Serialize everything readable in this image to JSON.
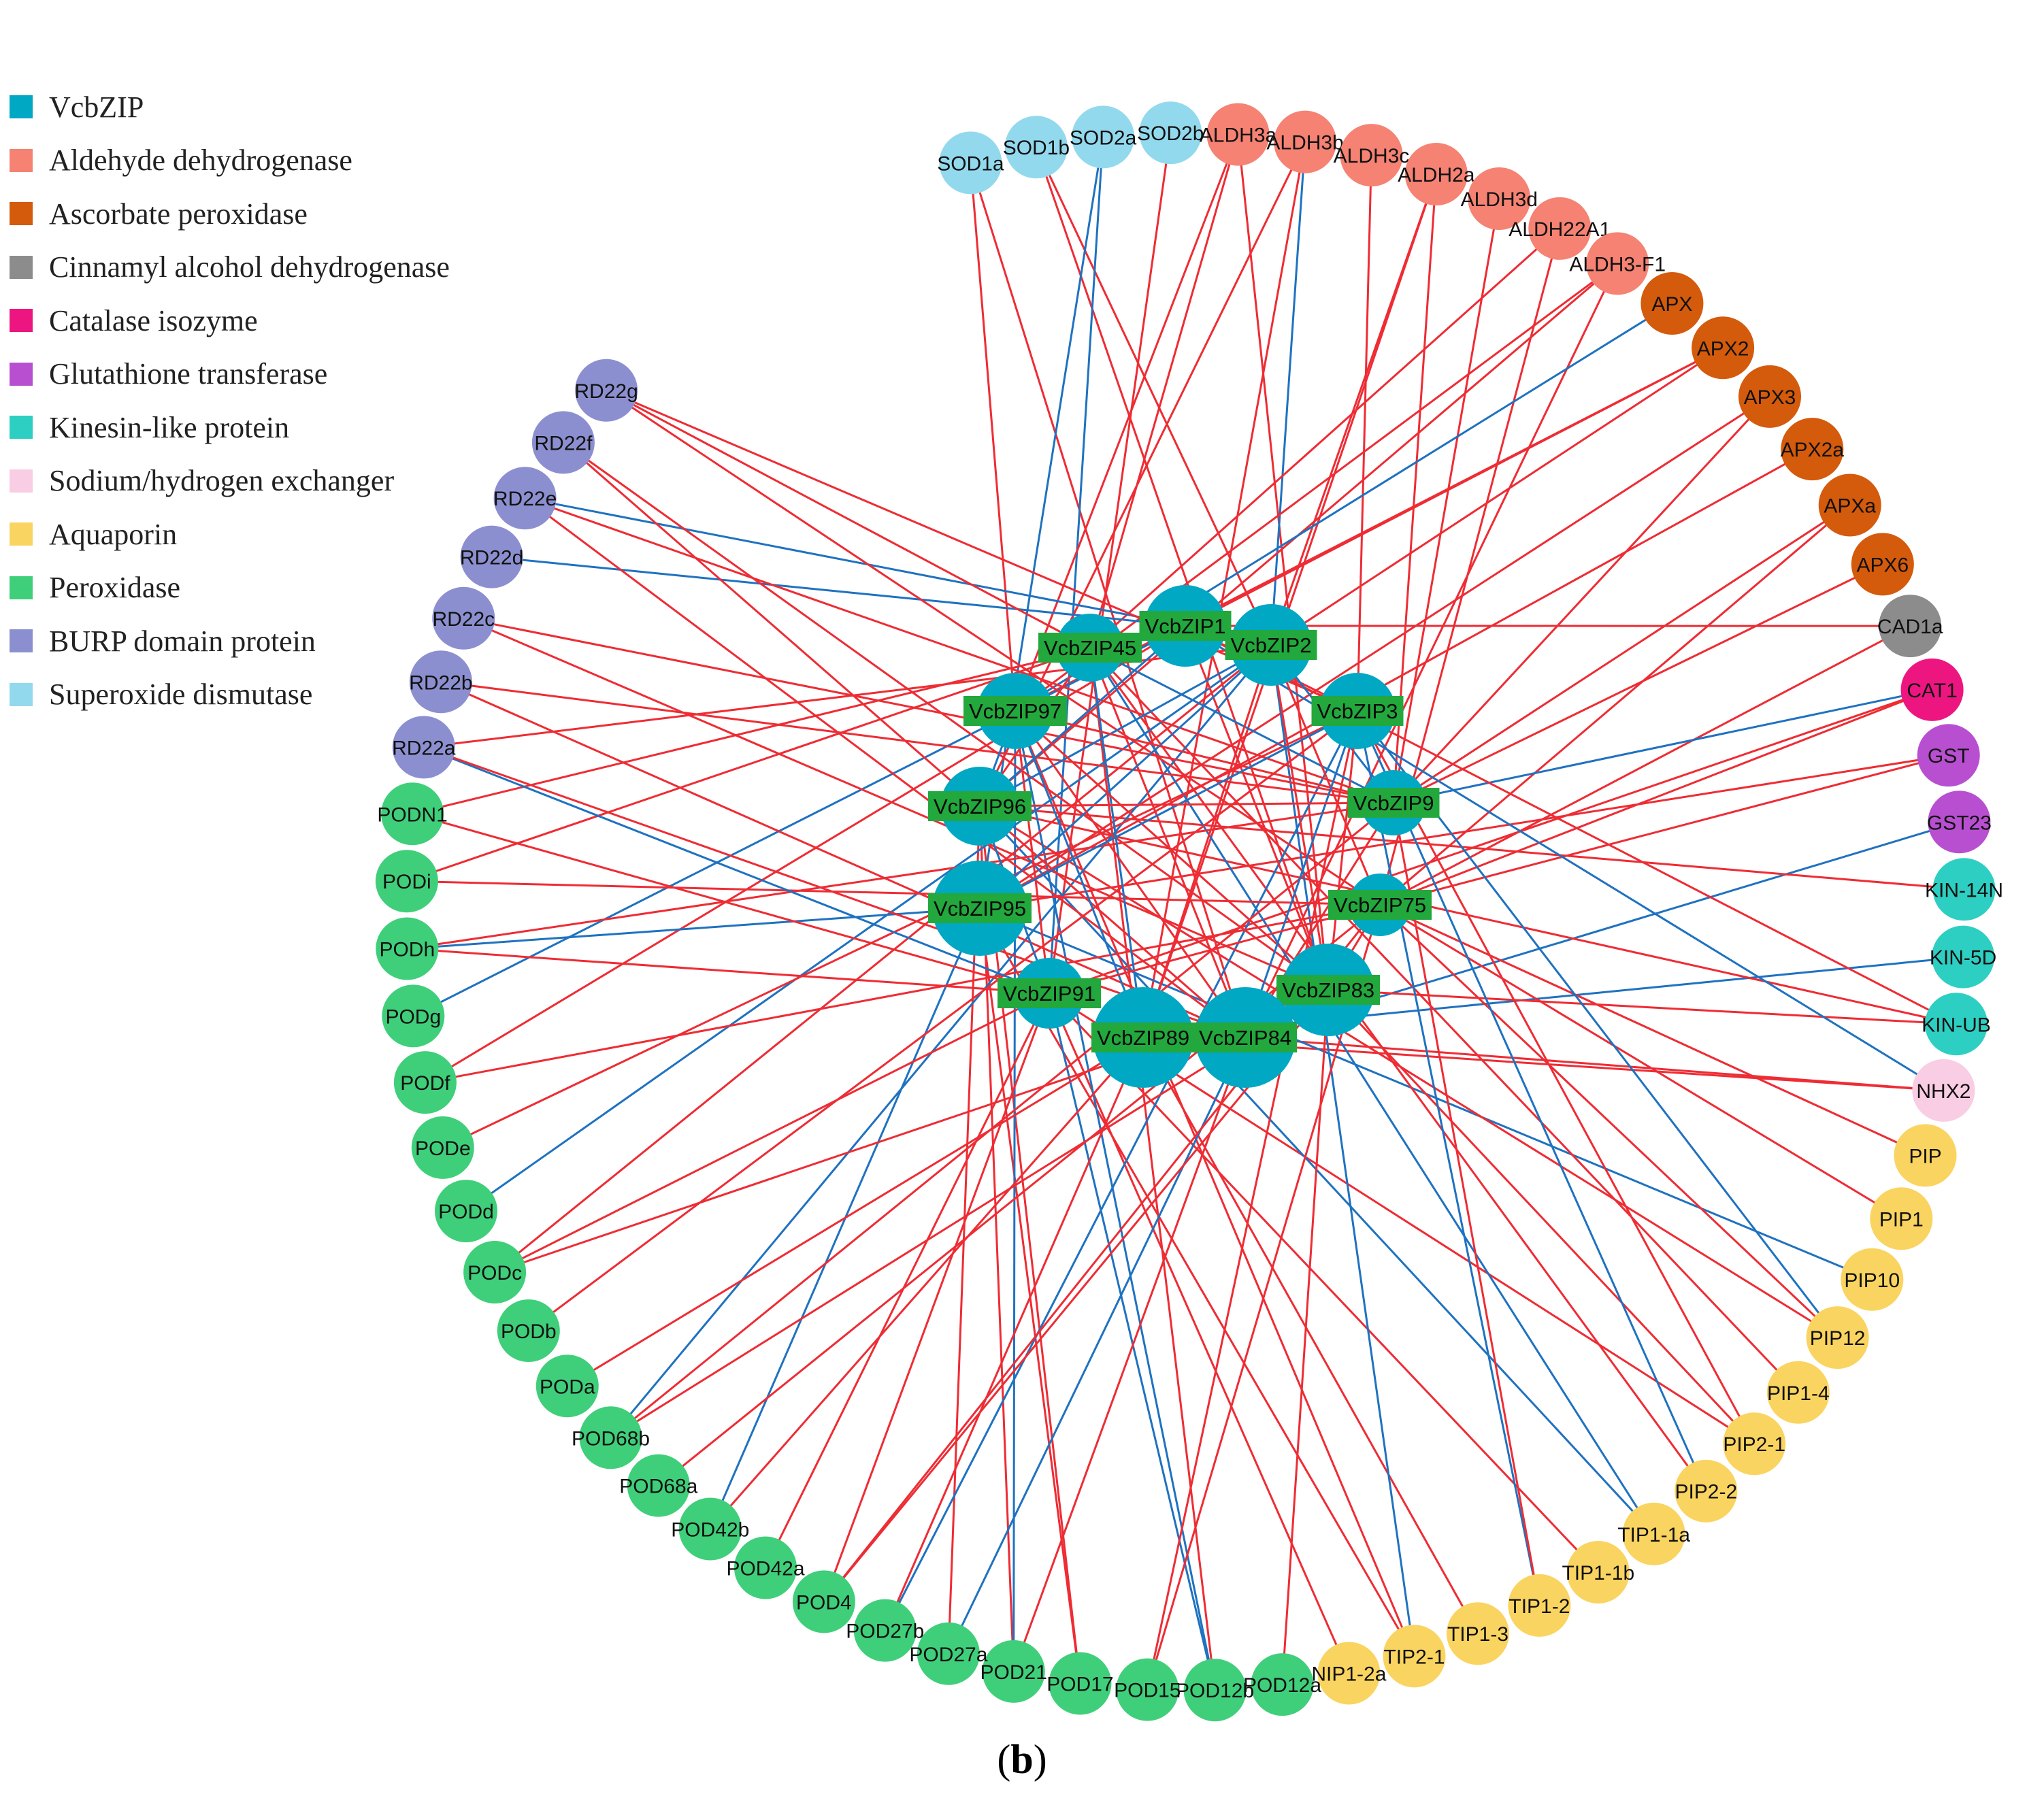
{
  "caption": {
    "open": "(",
    "letter": "b",
    "close": ")"
  },
  "legend": [
    {
      "label": "VcbZIP",
      "color": "#00a8c4"
    },
    {
      "label": "Aldehyde dehydrogenase",
      "color": "#f58272"
    },
    {
      "label": "Ascorbate peroxidase",
      "color": "#d45a0c"
    },
    {
      "label": "Cinnamyl alcohol dehydrogenase",
      "color": "#8c8c8c"
    },
    {
      "label": "Catalase isozyme",
      "color": "#ed1680"
    },
    {
      "label": "Glutathione transferase",
      "color": "#b84fd1"
    },
    {
      "label": "Kinesin-like protein",
      "color": "#2dcfc2"
    },
    {
      "label": "Sodium/hydrogen exchanger",
      "color": "#f9cde3"
    },
    {
      "label": "Aquaporin",
      "color": "#fad460"
    },
    {
      "label": "Peroxidase",
      "color": "#3fcf7a"
    },
    {
      "label": "BURP domain protein",
      "color": "#8c8fcf"
    },
    {
      "label": "Superoxide dismutase",
      "color": "#93d9ee"
    }
  ],
  "edge_colors": {
    "red": "#ee2c34",
    "blue": "#1f72c0"
  },
  "hubs": [
    "VcbZIP1",
    "VcbZIP45",
    "VcbZIP2",
    "VcbZIP97",
    "VcbZIP3",
    "VcbZIP96",
    "VcbZIP9",
    "VcbZIP95",
    "VcbZIP75",
    "VcbZIP83",
    "VcbZIP91",
    "VcbZIP89",
    "VcbZIP84"
  ],
  "outer_nodes": [
    {
      "label": "SOD1a",
      "group": "Superoxide dismutase"
    },
    {
      "label": "SOD1b",
      "group": "Superoxide dismutase"
    },
    {
      "label": "SOD2a",
      "group": "Superoxide dismutase"
    },
    {
      "label": "SOD2b",
      "group": "Superoxide dismutase"
    },
    {
      "label": "ALDH3a",
      "group": "Aldehyde dehydrogenase"
    },
    {
      "label": "ALDH3b",
      "group": "Aldehyde dehydrogenase"
    },
    {
      "label": "ALDH3c",
      "group": "Aldehyde dehydrogenase"
    },
    {
      "label": "ALDH2a",
      "group": "Aldehyde dehydrogenase"
    },
    {
      "label": "ALDH3d",
      "group": "Aldehyde dehydrogenase"
    },
    {
      "label": "ALDH22A1",
      "group": "Aldehyde dehydrogenase"
    },
    {
      "label": "ALDH3-F1",
      "group": "Aldehyde dehydrogenase"
    },
    {
      "label": "APX",
      "group": "Ascorbate peroxidase"
    },
    {
      "label": "APX2",
      "group": "Ascorbate peroxidase"
    },
    {
      "label": "APX3",
      "group": "Ascorbate peroxidase"
    },
    {
      "label": "APX2a",
      "group": "Ascorbate peroxidase"
    },
    {
      "label": "APXa",
      "group": "Ascorbate peroxidase"
    },
    {
      "label": "APX6",
      "group": "Ascorbate peroxidase"
    },
    {
      "label": "CAD1a",
      "group": "Cinnamyl alcohol dehydrogenase"
    },
    {
      "label": "CAT1",
      "group": "Catalase isozyme"
    },
    {
      "label": "GST",
      "group": "Glutathione transferase"
    },
    {
      "label": "GST23",
      "group": "Glutathione transferase"
    },
    {
      "label": "KIN-14N",
      "group": "Kinesin-like protein"
    },
    {
      "label": "KIN-5D",
      "group": "Kinesin-like protein"
    },
    {
      "label": "KIN-UB",
      "group": "Kinesin-like protein"
    },
    {
      "label": "NHX2",
      "group": "Sodium/hydrogen exchanger"
    },
    {
      "label": "PIP",
      "group": "Aquaporin"
    },
    {
      "label": "PIP1",
      "group": "Aquaporin"
    },
    {
      "label": "PIP10",
      "group": "Aquaporin"
    },
    {
      "label": "PIP12",
      "group": "Aquaporin"
    },
    {
      "label": "PIP1-4",
      "group": "Aquaporin"
    },
    {
      "label": "PIP2-1",
      "group": "Aquaporin"
    },
    {
      "label": "PIP2-2",
      "group": "Aquaporin"
    },
    {
      "label": "TIP1-1a",
      "group": "Aquaporin"
    },
    {
      "label": "TIP1-1b",
      "group": "Aquaporin"
    },
    {
      "label": "TIP1-2",
      "group": "Aquaporin"
    },
    {
      "label": "TIP1-3",
      "group": "Aquaporin"
    },
    {
      "label": "TIP2-1",
      "group": "Aquaporin"
    },
    {
      "label": "NIP1-2a",
      "group": "Aquaporin"
    },
    {
      "label": "POD12a",
      "group": "Peroxidase"
    },
    {
      "label": "POD12b",
      "group": "Peroxidase"
    },
    {
      "label": "POD15",
      "group": "Peroxidase"
    },
    {
      "label": "POD17",
      "group": "Peroxidase"
    },
    {
      "label": "POD21",
      "group": "Peroxidase"
    },
    {
      "label": "POD27a",
      "group": "Peroxidase"
    },
    {
      "label": "POD27b",
      "group": "Peroxidase"
    },
    {
      "label": "POD4",
      "group": "Peroxidase"
    },
    {
      "label": "POD42a",
      "group": "Peroxidase"
    },
    {
      "label": "POD42b",
      "group": "Peroxidase"
    },
    {
      "label": "POD68a",
      "group": "Peroxidase"
    },
    {
      "label": "POD68b",
      "group": "Peroxidase"
    },
    {
      "label": "PODa",
      "group": "Peroxidase"
    },
    {
      "label": "PODb",
      "group": "Peroxidase"
    },
    {
      "label": "PODc",
      "group": "Peroxidase"
    },
    {
      "label": "PODd",
      "group": "Peroxidase"
    },
    {
      "label": "PODe",
      "group": "Peroxidase"
    },
    {
      "label": "PODf",
      "group": "Peroxidase"
    },
    {
      "label": "PODg",
      "group": "Peroxidase"
    },
    {
      "label": "PODh",
      "group": "Peroxidase"
    },
    {
      "label": "PODi",
      "group": "Peroxidase"
    },
    {
      "label": "PODN1",
      "group": "Peroxidase"
    },
    {
      "label": "RD22a",
      "group": "BURP domain protein"
    },
    {
      "label": "RD22b",
      "group": "BURP domain protein"
    },
    {
      "label": "RD22c",
      "group": "BURP domain protein"
    },
    {
      "label": "RD22d",
      "group": "BURP domain protein"
    },
    {
      "label": "RD22e",
      "group": "BURP domain protein"
    },
    {
      "label": "RD22f",
      "group": "BURP domain protein"
    },
    {
      "label": "RD22g",
      "group": "BURP domain protein"
    }
  ]
}
